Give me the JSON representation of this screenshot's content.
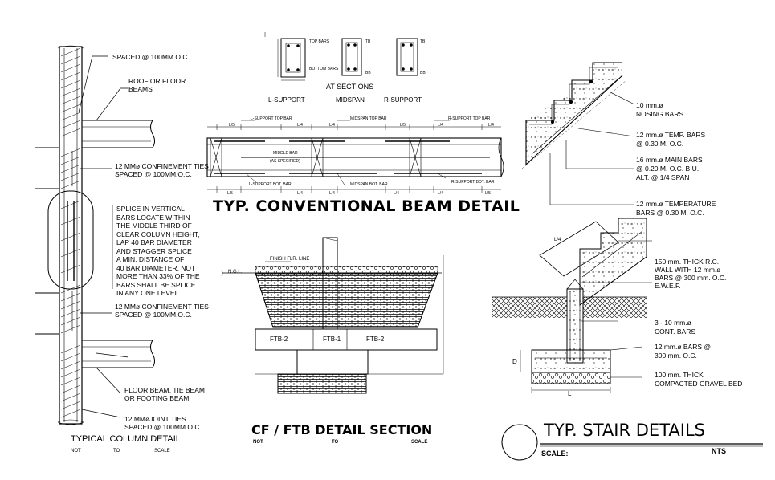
{
  "column": {
    "note_spaced_top": "SPACED @ 100MM.O.C.",
    "note_roof_floor_beams": [
      "ROOF OR FLOOR",
      "BEAMS"
    ],
    "note_conf_ties_top": [
      "12 MMø CONFINEMENT TIES",
      "SPACED @ 100MM.O.C."
    ],
    "note_splice": [
      "SPLICE IN VERTICAL",
      "BARS LOCATE WITHIN",
      "THE MIDDLE THIRD OF",
      "CLEAR COLUMN HEIGHT,",
      "LAP 40 BAR DIAMETER",
      "AND STAGGER SPLICE",
      "A MIN. DISTANCE OF",
      "40 BAR DIAMETER, NOT",
      "MORE THAN 33% OF THE",
      "BARS SHALL BE SPLICE",
      "IN ANY ONE LEVEL"
    ],
    "note_conf_ties_bottom": [
      "12 MMø CONFINEMENT TIES",
      "SPACED @ 100MM.O.C."
    ],
    "note_floor_beam": [
      "FLOOR BEAM, TIE BEAM",
      "OR FOOTING BEAM"
    ],
    "note_joint_ties": [
      "12 MMøJOINT TIES",
      "SPACED @ 100MM.O.C."
    ],
    "title": "TYPICAL COLUMN DETAIL",
    "scale": [
      "NOT",
      "TO",
      "SCALE"
    ]
  },
  "beam": {
    "sections_label": "AT SECTIONS",
    "supports": [
      "L-SUPPORT",
      "MIDSPAN",
      "R-SUPPORT"
    ],
    "section_tags": [
      "TOP BARS",
      "BOTTOM BARS",
      "TB",
      "BB",
      "TB",
      "BB"
    ],
    "bar_labels": [
      "L-SUPPORT TOP BAR",
      "MIDSPAN TOP BAR",
      "R-SUPPORT TOP BAR",
      "MIDDLE BAR",
      "(AS SPECIFIED)",
      "L-SUPPORT BOT. BAR",
      "MIDSPAN BOT. BAR",
      "R-SUPPORT BOT. BAR"
    ],
    "dims": [
      "L/5",
      "L/4",
      "L/4",
      "L/5",
      "L/4",
      "L/4",
      "L/5",
      "L/4",
      "L/4",
      "L/4",
      "L/4",
      "L/5"
    ],
    "title": "TYP. CONVENTIONAL BEAM DETAIL"
  },
  "footing": {
    "finish_line": "FINISH FLR. LINE",
    "ngl": "N.G.L.",
    "labels": [
      "FTB-2",
      "FTB-1",
      "FTB-2"
    ],
    "title": "CF / FTB DETAIL SECTION",
    "scale": [
      "NOT",
      "TO",
      "SCALE"
    ]
  },
  "stair": {
    "notes": [
      [
        "10 mm.ø",
        "NOSING BARS"
      ],
      [
        "12 mm.ø TEMP. BARS",
        "@ 0.30 M. O.C."
      ],
      [
        "16 mm.ø MAIN BARS",
        "@ 0.20 M. O.C. B.U.",
        "ALT. @ 1/4 SPAN"
      ],
      [
        "12 mm.ø TEMPERATURE",
        "BARS @ 0.30 M. O.C."
      ],
      [
        "150 mm. THICK R.C.",
        "WALL WITH 12 mm.ø",
        "BARS @ 300 mm. O.C.",
        "E.W.E.F."
      ],
      [
        "3 - 10 mm.ø",
        "CONT. BARS"
      ],
      [
        "12 mm.ø BARS @",
        "300 mm. O.C."
      ],
      [
        "100 mm. THICK",
        "COMPACTED GRAVEL BED"
      ]
    ],
    "dim_d": "D",
    "dim_l": "L",
    "dim_l4": "L/4",
    "title": "TYP. STAIR DETAILS",
    "scale_label": "SCALE:",
    "scale_value": "NTS"
  }
}
